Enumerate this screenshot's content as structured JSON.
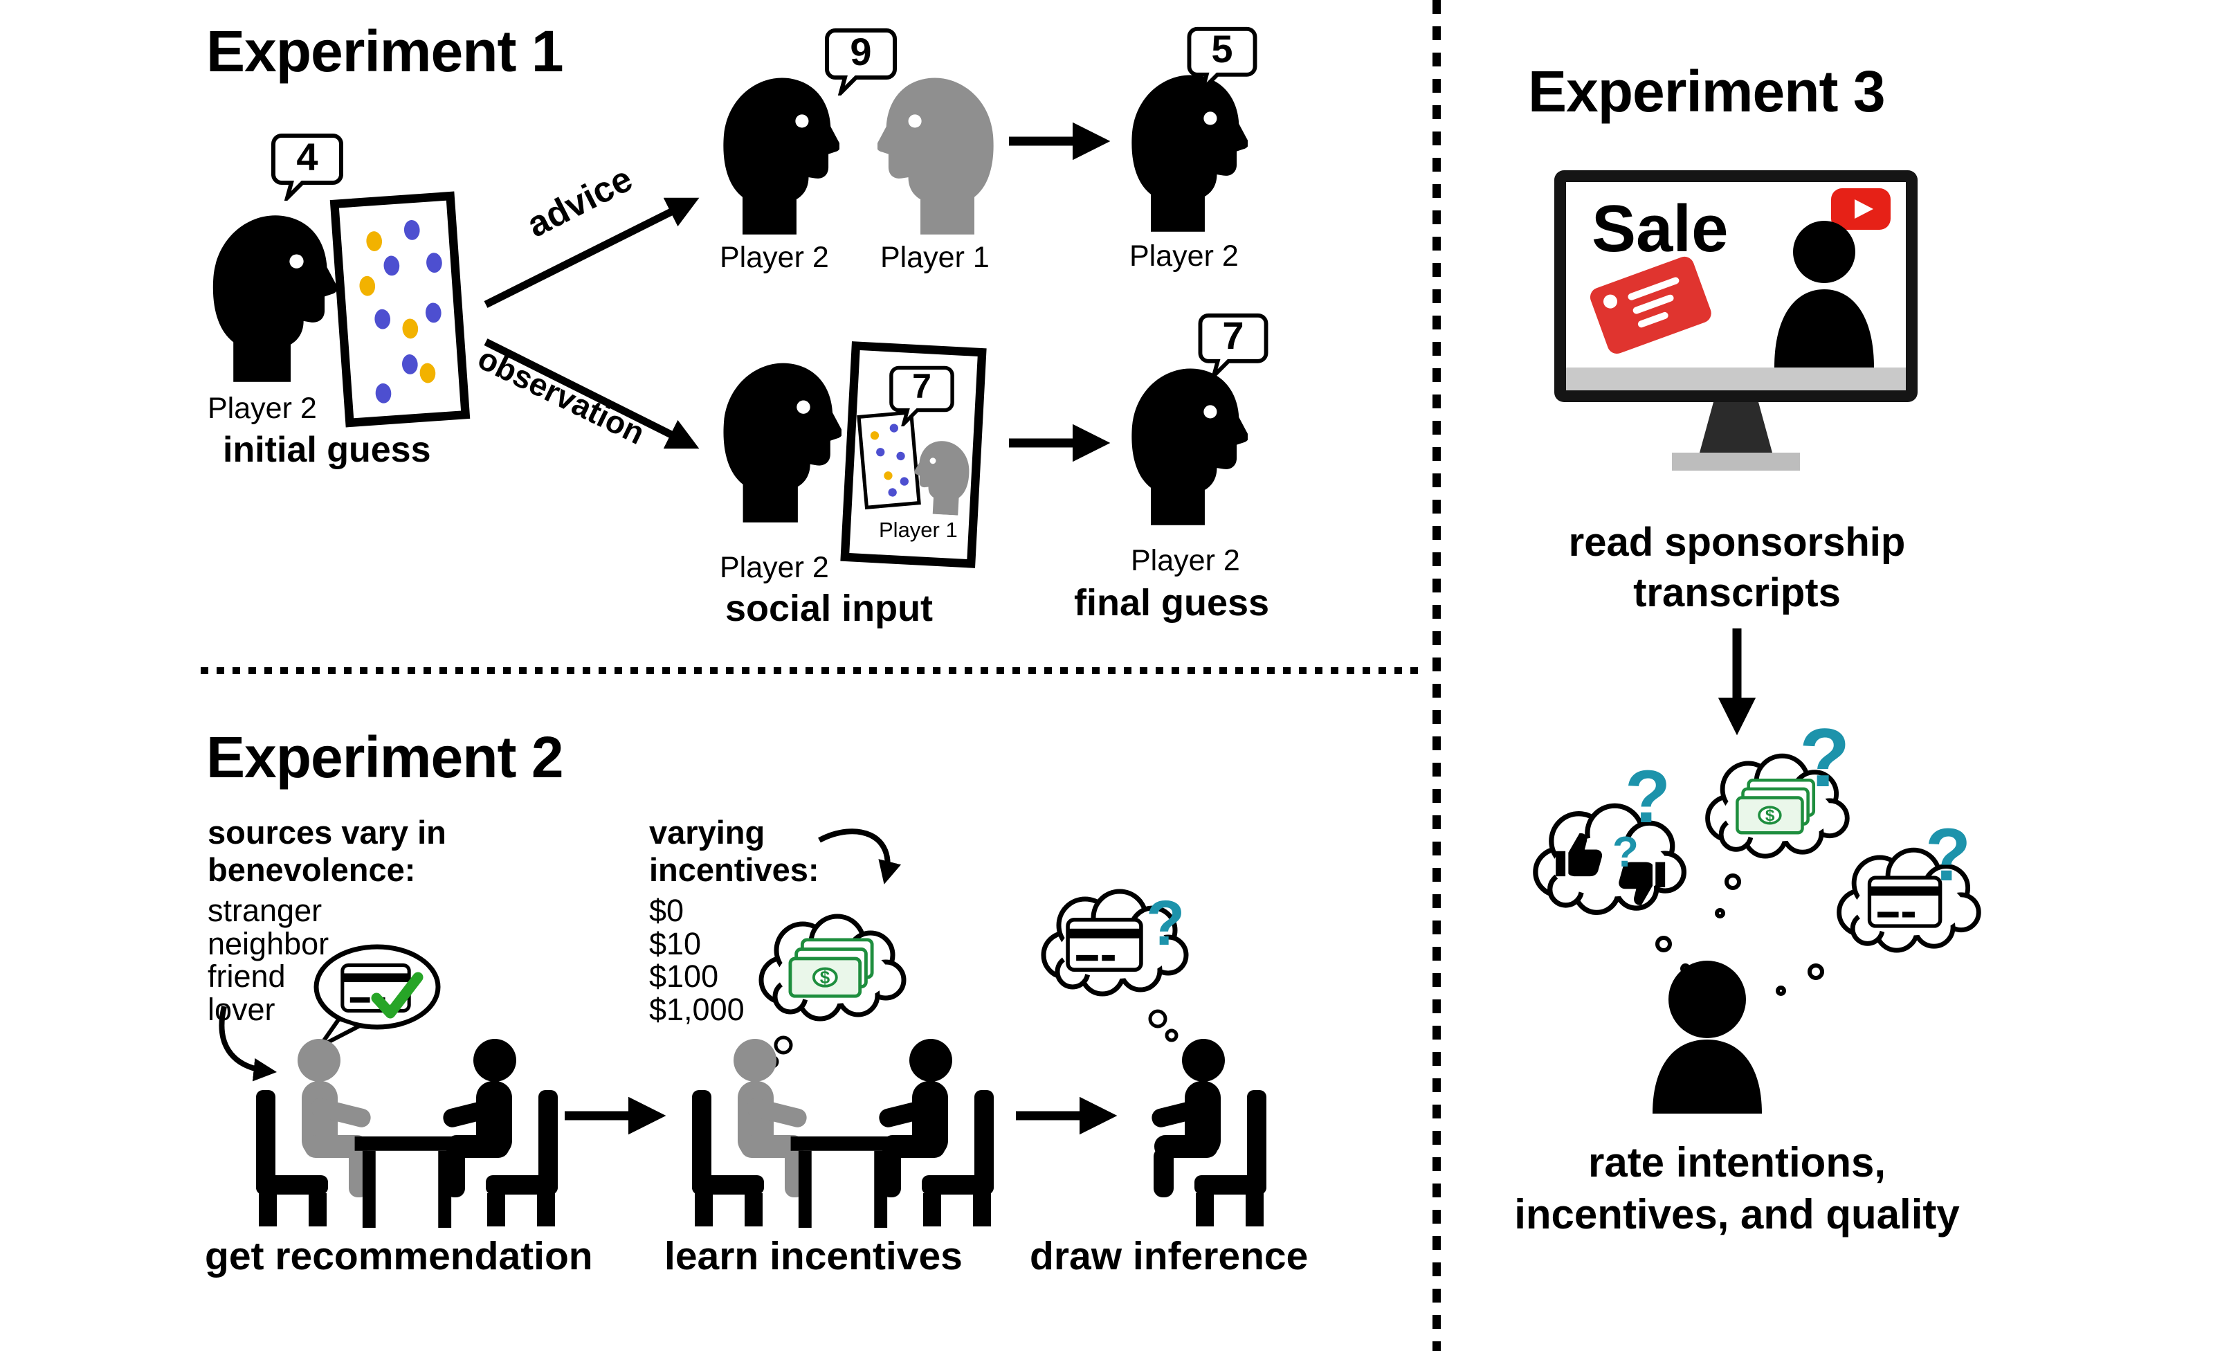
{
  "experiment1": {
    "title": "Experiment 1",
    "initial": {
      "bubble": "4",
      "player_label": "Player 2",
      "caption": "initial guess"
    },
    "advice_label": "advice",
    "observation_label": "observation",
    "advice_row": {
      "bubble": "9",
      "player2_label": "Player 2",
      "player1_label": "Player 1",
      "result_bubble": "5",
      "result_player_label": "Player 2"
    },
    "observation_row": {
      "player2_label": "Player 2",
      "board_bubble": "7",
      "board_player_label": "Player 1",
      "caption": "social input",
      "result_bubble": "7",
      "result_player_label": "Player 2",
      "result_caption": "final guess"
    }
  },
  "experiment2": {
    "title": "Experiment 2",
    "benevolence_heading": "sources vary in\nbenevolence:",
    "sources": [
      "stranger",
      "neighbor",
      "friend",
      "lover"
    ],
    "incentives_heading": "varying\nincentives:",
    "incentive_values": [
      "$0",
      "$10",
      "$100",
      "$1,000"
    ],
    "step1_caption": "get recommendation",
    "step2_caption": "learn incentives",
    "step3_caption": "draw inference"
  },
  "experiment3": {
    "title": "Experiment 3",
    "screen_text": "Sale",
    "step1_caption": "read sponsorship\ntranscripts",
    "step2_caption": "rate intentions,\nincentives, and quality"
  },
  "glyphs": {
    "question_mark": "?",
    "dollar_sign": "$"
  },
  "icons": [
    "head-profile-icon",
    "speech-bubble-icon",
    "dot-board-icon",
    "arrow-icon",
    "seated-person-icon",
    "chair-icon",
    "table-icon",
    "thought-cloud-icon",
    "credit-card-icon",
    "checkmark-icon",
    "money-bills-icon",
    "thumbs-up-icon",
    "thumbs-down-icon",
    "monitor-icon",
    "youtube-play-icon",
    "sale-tag-icon",
    "person-bust-icon",
    "question-mark-icon"
  ],
  "colors": {
    "accent_teal": "#1d93ab",
    "tag_red": "#e0342f",
    "youtube_red": "#e62117",
    "money_green": "#1e8e3e",
    "check_green": "#27a527",
    "dot_yellow": "#f2b200",
    "dot_blue": "#4d4fd0",
    "figure_gray": "#8f8f8f",
    "figure_black": "#000000"
  }
}
